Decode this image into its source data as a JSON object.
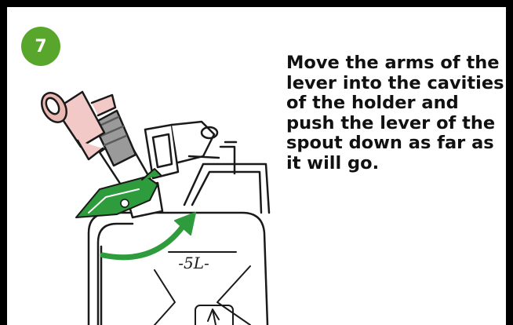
{
  "step": {
    "number": "7",
    "badge_color": "#58a62b"
  },
  "instruction": {
    "lines": [
      "Move the arms of the",
      "lever into the cavities",
      "of the holder and",
      "push the lever of the",
      "spout down as far as",
      "it will go."
    ]
  },
  "illustration": {
    "canister_label": "-5L-",
    "highlight_color": "#2e9b3c",
    "spout_tip_color": "#f2c9c6",
    "icons": [
      "jerry-can",
      "spout",
      "lever",
      "holder",
      "curved-arrow"
    ]
  }
}
